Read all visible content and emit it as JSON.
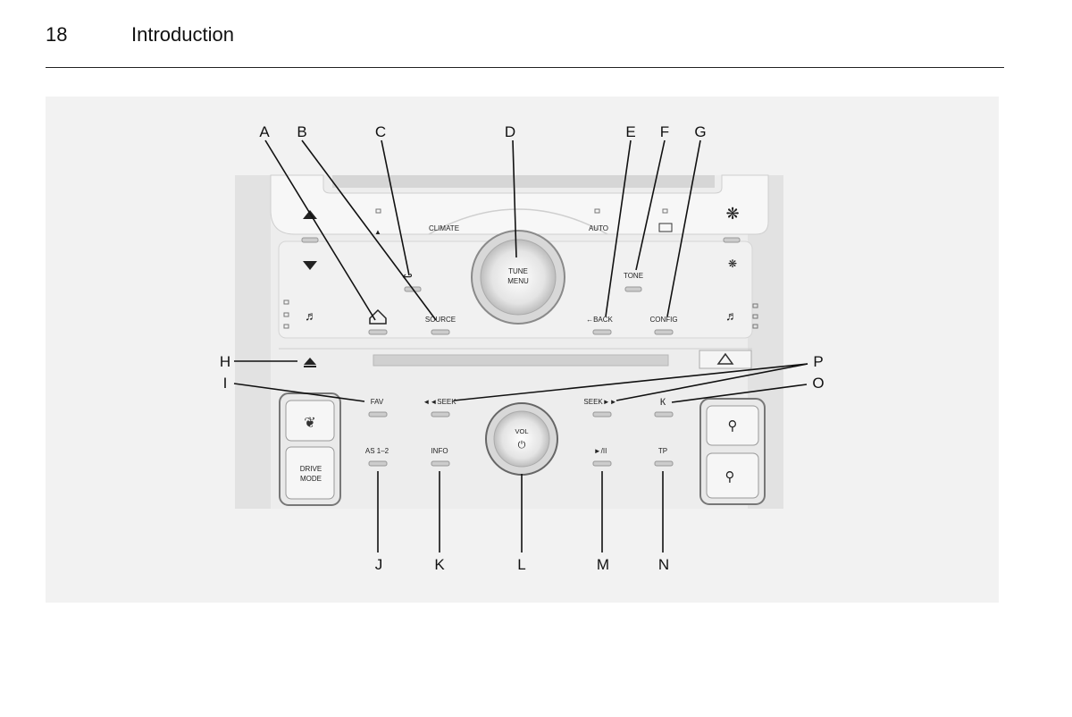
{
  "header": {
    "page_number": "18",
    "chapter_title": "Introduction"
  },
  "figure": {
    "callouts": [
      "A",
      "B",
      "C",
      "D",
      "E",
      "F",
      "G",
      "H",
      "I",
      "J",
      "K",
      "L",
      "M",
      "N",
      "O",
      "P"
    ],
    "buttons": {
      "climate": "CLIMATE",
      "auto": "AUTO",
      "tune_menu_line1": "TUNE",
      "tune_menu_line2": "MENU",
      "tone": "TONE",
      "source": "SOURCE",
      "back": "←BACK",
      "config": "CONFIG",
      "fav": "FAV",
      "seek_back": "◄◄SEEK",
      "seek_fwd": "SEEK►►",
      "as": "AS 1–2",
      "info": "INFO",
      "vol": "VOL",
      "play_pause": "►/II",
      "tp": "TP",
      "drive_mode_line1": "DRIVE",
      "drive_mode_line2": "MODE"
    }
  }
}
